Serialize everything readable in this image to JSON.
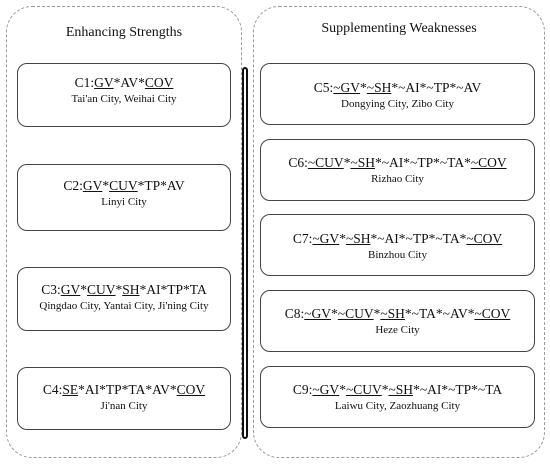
{
  "panels": {
    "left": {
      "title": "Enhancing Strengths"
    },
    "right": {
      "title": "Supplementing Weaknesses"
    }
  },
  "cards": [
    {
      "id": "C1",
      "segments": [
        [
          "C1:",
          false
        ],
        [
          "GV",
          true
        ],
        [
          "*AV*",
          false
        ],
        [
          "COV",
          true
        ]
      ],
      "cities": "Tai'an City, Weihai City"
    },
    {
      "id": "C2",
      "segments": [
        [
          "C2:",
          false
        ],
        [
          "GV",
          true
        ],
        [
          "*",
          false
        ],
        [
          "CUV",
          true
        ],
        [
          "*TP*AV",
          false
        ]
      ],
      "cities": "Linyi City"
    },
    {
      "id": "C3",
      "segments": [
        [
          "C3:",
          false
        ],
        [
          "GV",
          true
        ],
        [
          "*",
          false
        ],
        [
          "CUV",
          true
        ],
        [
          "*",
          false
        ],
        [
          "SH",
          true
        ],
        [
          "*AI*TP*TA",
          false
        ]
      ],
      "cities": "Qingdao City, Yantai City, Ji'ning City"
    },
    {
      "id": "C4",
      "segments": [
        [
          "C4:",
          false
        ],
        [
          "SE",
          true
        ],
        [
          "*AI*TP*TA*AV*",
          false
        ],
        [
          "COV",
          true
        ]
      ],
      "cities": "Ji'nan City"
    },
    {
      "id": "C5",
      "segments": [
        [
          "C5:",
          false
        ],
        [
          "~GV",
          true
        ],
        [
          "*",
          false
        ],
        [
          "~SH",
          true
        ],
        [
          "*~AI*~TP*~AV",
          false
        ]
      ],
      "cities": "Dongying City, Zibo City"
    },
    {
      "id": "C6",
      "segments": [
        [
          "C6:",
          false
        ],
        [
          "~CUV",
          true
        ],
        [
          "*",
          false
        ],
        [
          "~SH",
          true
        ],
        [
          "*~AI*~TP*~TA*",
          false
        ],
        [
          "~COV",
          true
        ]
      ],
      "cities": "Rizhao City"
    },
    {
      "id": "C7",
      "segments": [
        [
          "C7:",
          false
        ],
        [
          "~GV",
          true
        ],
        [
          "*",
          false
        ],
        [
          "~SH",
          true
        ],
        [
          "*~AI*~TP*~TA*",
          false
        ],
        [
          "~COV",
          true
        ]
      ],
      "cities": "Binzhou City"
    },
    {
      "id": "C8",
      "segments": [
        [
          "C8:",
          false
        ],
        [
          "~GV",
          true
        ],
        [
          "*",
          false
        ],
        [
          "~CUV",
          true
        ],
        [
          "*",
          false
        ],
        [
          "~SH",
          true
        ],
        [
          "*~TA*~AV*",
          false
        ],
        [
          "~COV",
          true
        ]
      ],
      "cities": "Heze City"
    },
    {
      "id": "C9",
      "segments": [
        [
          "C9:",
          false
        ],
        [
          "~GV",
          true
        ],
        [
          "*",
          false
        ],
        [
          "~CUV",
          true
        ],
        [
          "*",
          false
        ],
        [
          "~SH",
          true
        ],
        [
          "*~AI*~TP*~TA",
          false
        ]
      ],
      "cities": "Laiwu City, Zaozhuang City"
    }
  ]
}
